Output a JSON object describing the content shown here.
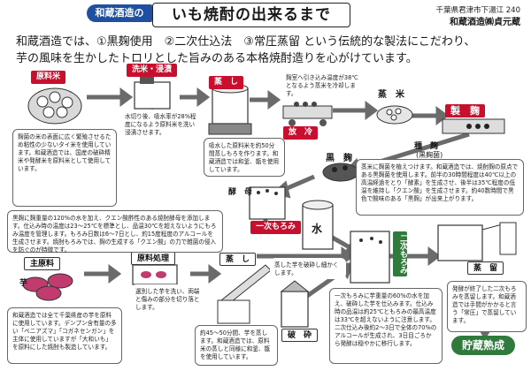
{
  "header": {
    "brand": "和蔵酒造の",
    "title": "いも焼酎の出来るまで",
    "address": "千葉県君津市下湯江 240",
    "company": "和蔵酒造㈱貞元蔵"
  },
  "intro": {
    "line1": "和蔵酒造では、①黒麹使用　②二次仕込法　③常圧蒸留 という伝統的な製法にこだわり、",
    "line2": "芋の風味を生かしたトロリとした旨みのある本格焼酎造りを心がけています。"
  },
  "steps": {
    "genryo_mai": "原料米",
    "sentai": "洗米・浸漬",
    "mushi1": "蒸　し",
    "hourei": "放　冷",
    "jomai": "蒸　米",
    "tane_koji": "種　麹",
    "tane_koji_note": "(黒麹菌)",
    "seikiku": "製　麹",
    "kurokoji": "黒　麹",
    "koubo": "酵　母",
    "ichiji": "一次もろみ",
    "mizu": "水",
    "nijimoromi": "二次もろみ",
    "shu_genryo": "主原料",
    "imo": "芋",
    "genryo_shori": "原料処理",
    "mushi2": "蒸　し",
    "hasai": "破　砕",
    "joryu": "蒸　留",
    "chozo": "貯蔵熟成"
  },
  "notes": {
    "rice": "麹菌の米の表面に広く繁殖させるため粘性の少ないタイ米を使用しています。和蔵酒造では、国産の破砕精米や発酵米を原料米として使用しています。",
    "soak": "水切り後、吸水率が28%程度になるよう原料米を洗い浸漬させます。",
    "steam1": "吸水した原料米を約50分間蒸しもろを作ります。和蔵酒造では和釜、甑を使用しています。",
    "cool": "麹室へ引き込み温度が38℃となるよう蒸米を冷却します。",
    "koji": "蒸米に麹菌を植えつけます。和蔵酒造では、焼酎麹の原点である黒麹菌を使用します。前半の30時間程度は40℃以上の高温経過をとり「酵素」を生成させ、後半は35℃程度の低温を維持し「クエン酸」を生成させます。約40数時間で黒色で酸味のある「黒麹」が出来上がります。",
    "moromi1": "黒麹に麹重量の120%の水を加え、クエン酸酢性のある焼酎酵母を添加します。仕込み時の温度は23～25℃を標準とし、品温30℃を超えないようにもろみ温度を管理します。もろみ日数は6～7日とし、約15度程度のアルコールを生成させます。焼酎もろみでは、麹の生成する「クエン酸」の力で雑菌の侵入を防ぐのが特徴です。",
    "main_material": "和蔵酒造では全て千葉県産の芋を原料に使用しています。デンプン含有量の多い「ベニアズマ」「コガネセンガン」を主体に使用していますが「大和いも」を原料にした焼酎も製造しています。",
    "prep": "選別した芋を洗い、両端と傷みの部分を切り落とします。",
    "steam2": "約45～50分間、芋を蒸します。和蔵酒造では、原料米の蒸しと同様に和釜、甑を使用しています。",
    "crush": "蒸した芋を破砕し細かくします。",
    "moromi2": "一次もろみに芋重量の60%の水を加え、破砕した芋を仕込みます。仕込み時の品温は約25℃ともろみの最高温度は33℃を超えないように注意します。二次仕込み後約2～3日で全体の70%のアルコールが生成され、3日目ごろから発酵は穏やかに移行します。",
    "distill": "発酵が終了した二次もろみを蒸留します。和蔵酒造では手間がかかると言う「常圧」で蒸留しています。"
  },
  "colors": {
    "red": "#c8102e",
    "green": "#2f7a3c",
    "blue": "#1f4fa0",
    "gray": "#8a8a8a"
  }
}
